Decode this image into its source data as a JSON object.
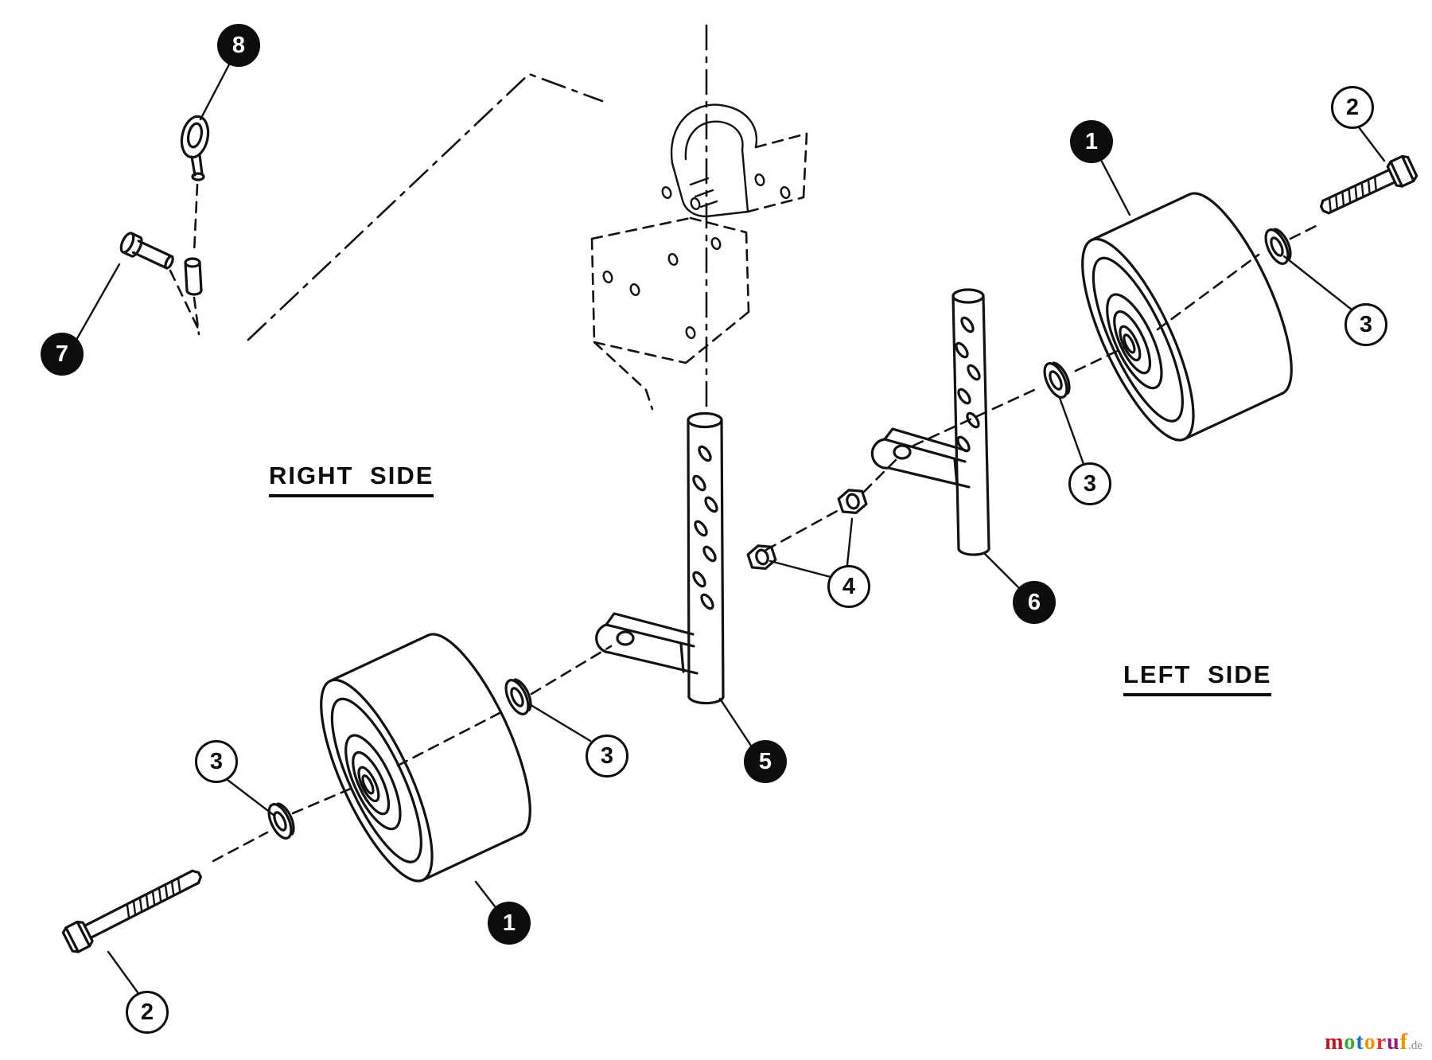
{
  "drawing": {
    "right_side_label": "RIGHT SIDE",
    "left_side_label": "LEFT SIDE"
  },
  "callouts": [
    {
      "label": "8",
      "style": "filled"
    },
    {
      "label": "7",
      "style": "filled"
    },
    {
      "label": "2",
      "style": "open"
    },
    {
      "label": "3",
      "style": "open"
    },
    {
      "label": "1",
      "style": "filled"
    },
    {
      "label": "3",
      "style": "open"
    },
    {
      "label": "6",
      "style": "filled"
    },
    {
      "label": "4",
      "style": "open"
    },
    {
      "label": "5",
      "style": "filled"
    },
    {
      "label": "3",
      "style": "open"
    },
    {
      "label": "1",
      "style": "filled"
    },
    {
      "label": "3",
      "style": "open"
    },
    {
      "label": "2",
      "style": "open"
    }
  ],
  "logo": {
    "letters": [
      {
        "char": "m",
        "style": "color:#c4161c"
      },
      {
        "char": "o",
        "style": "color:#3aaa35"
      },
      {
        "char": "t",
        "style": "color:#1d71b8"
      },
      {
        "char": "o",
        "style": "color:#f39200"
      },
      {
        "char": "r",
        "style": "color:#e6332a"
      },
      {
        "char": "u",
        "style": "color:#951b81"
      },
      {
        "char": "f",
        "style": "color:#f39200"
      }
    ],
    "suffix": ".de"
  }
}
